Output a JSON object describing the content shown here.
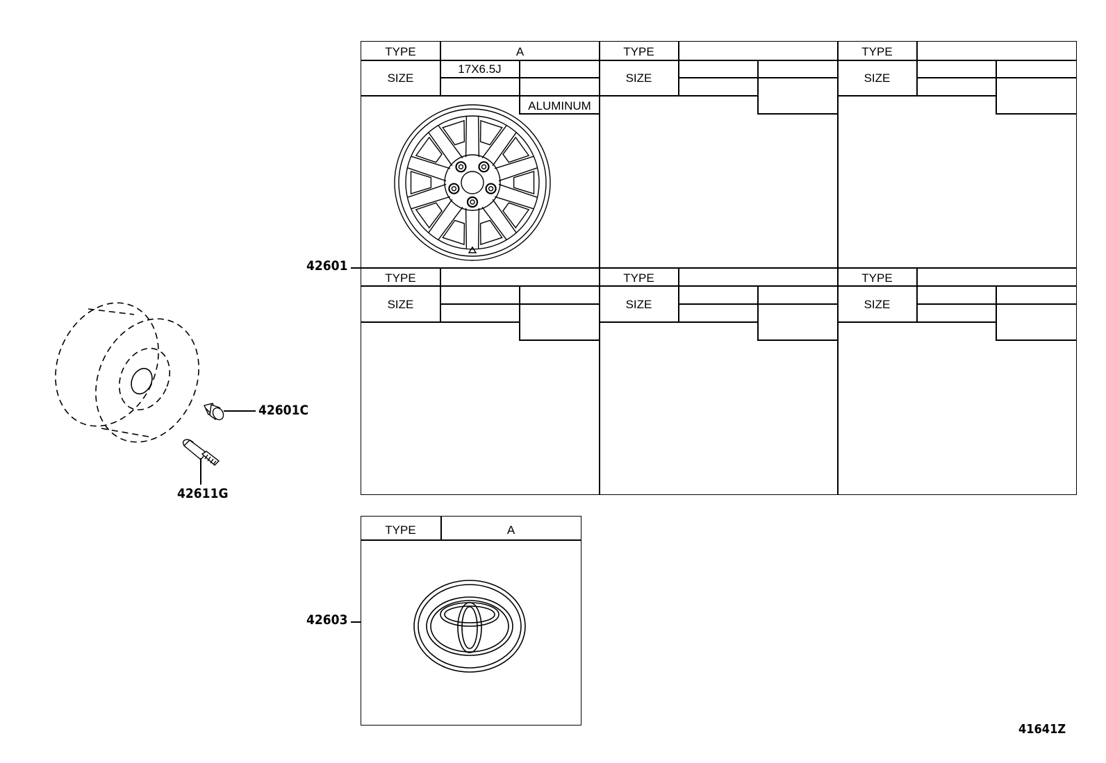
{
  "diagram": {
    "wheel_grid": {
      "part_number": "42601",
      "type_label": "TYPE",
      "size_label": "SIZE",
      "blocks": [
        {
          "type_value": "A",
          "size_value": "17X6.5J",
          "material": "ALUMINUM"
        },
        {
          "type_value": "",
          "size_value": "",
          "material": ""
        },
        {
          "type_value": "",
          "size_value": "",
          "material": ""
        },
        {
          "type_value": "",
          "size_value": "",
          "material": ""
        },
        {
          "type_value": "",
          "size_value": "",
          "material": ""
        },
        {
          "type_value": "",
          "size_value": "",
          "material": ""
        }
      ]
    },
    "cap_table": {
      "part_number": "42603",
      "type_label": "TYPE",
      "type_value": "A"
    },
    "parts": {
      "nut": "42601C",
      "valve": "42611G"
    },
    "figure_code": "41641Z"
  }
}
